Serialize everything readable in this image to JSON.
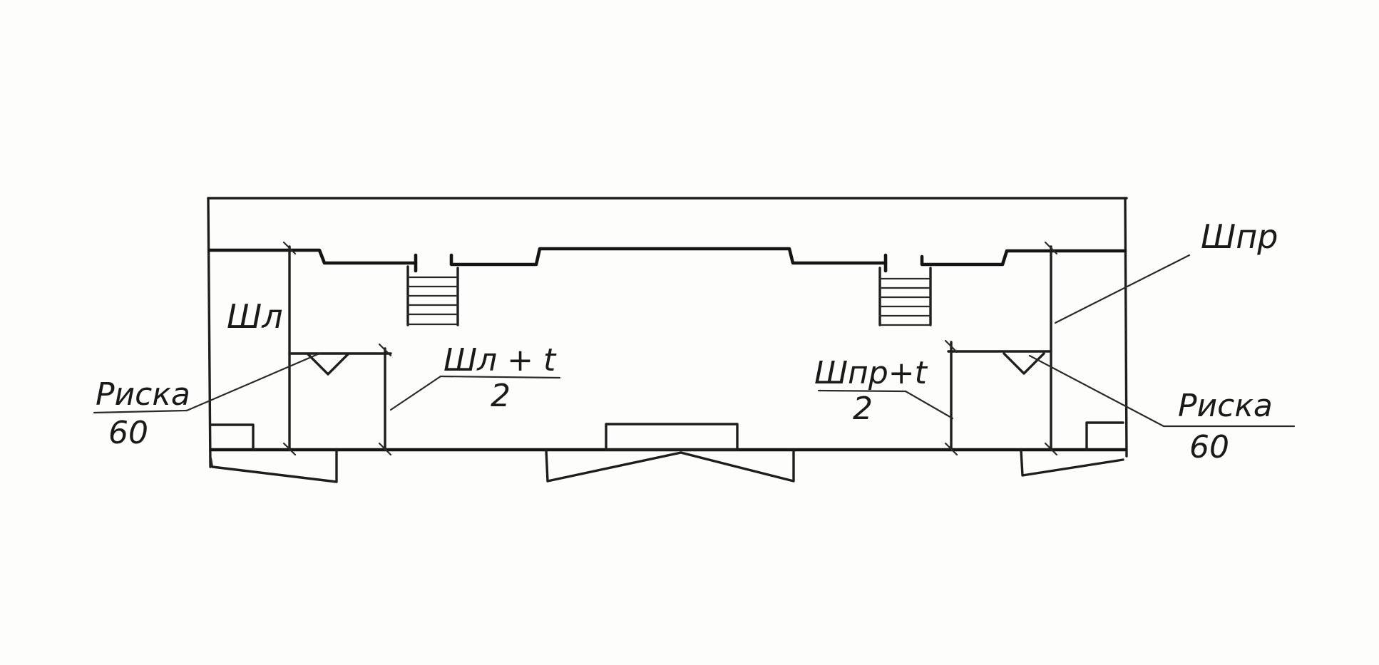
{
  "labels": {
    "left_width": "Шл",
    "right_width": "Шпр",
    "left_half_numerator": "Шл + t",
    "left_half_denominator": "2",
    "right_half_numerator": "Шпр+t",
    "right_half_denominator": "2",
    "left_mark_top": "Риска",
    "left_mark_bottom": "60",
    "right_mark_top": "Риска",
    "right_mark_bottom": "60"
  },
  "colors": {
    "ink": "#1e1e1e",
    "paper": "#fdfdfc"
  }
}
